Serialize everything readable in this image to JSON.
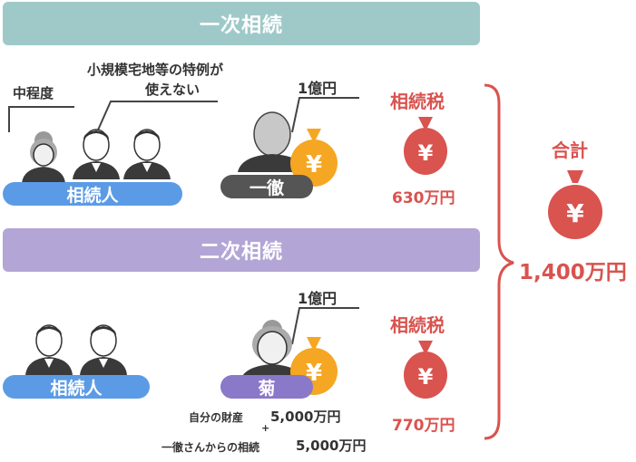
{
  "first": {
    "title": "一次相続",
    "note_degree": "中程度",
    "note_special_line1": "小規模宅地等の特例が",
    "note_special_line2": "使えない",
    "heirs_label": "相続人",
    "deceased_name": "一徹",
    "asset_amount": "1億円",
    "tax_label": "相続税",
    "tax_amount": "630万円"
  },
  "second": {
    "title": "二次相続",
    "heirs_label": "相続人",
    "deceased_name": "菊",
    "asset_amount": "1億円",
    "tax_label": "相続税",
    "tax_amount": "770万円",
    "own_assets_label": "自分の財産",
    "own_assets_amount": "5,000万円",
    "plus": "+",
    "inherited_label": "一徹さんからの相続",
    "inherited_amount": "5,000万円"
  },
  "total": {
    "label": "合計",
    "amount": "1,400万円"
  },
  "colors": {
    "banner_first": "#9fc9c9",
    "banner_second": "#b3a6d6",
    "heir_pill": "#5b9be6",
    "ittetsu_pill": "#555555",
    "kiku_pill": "#8a78c8",
    "tax_red": "#d9534f",
    "coin_orange": "#f5a623"
  }
}
